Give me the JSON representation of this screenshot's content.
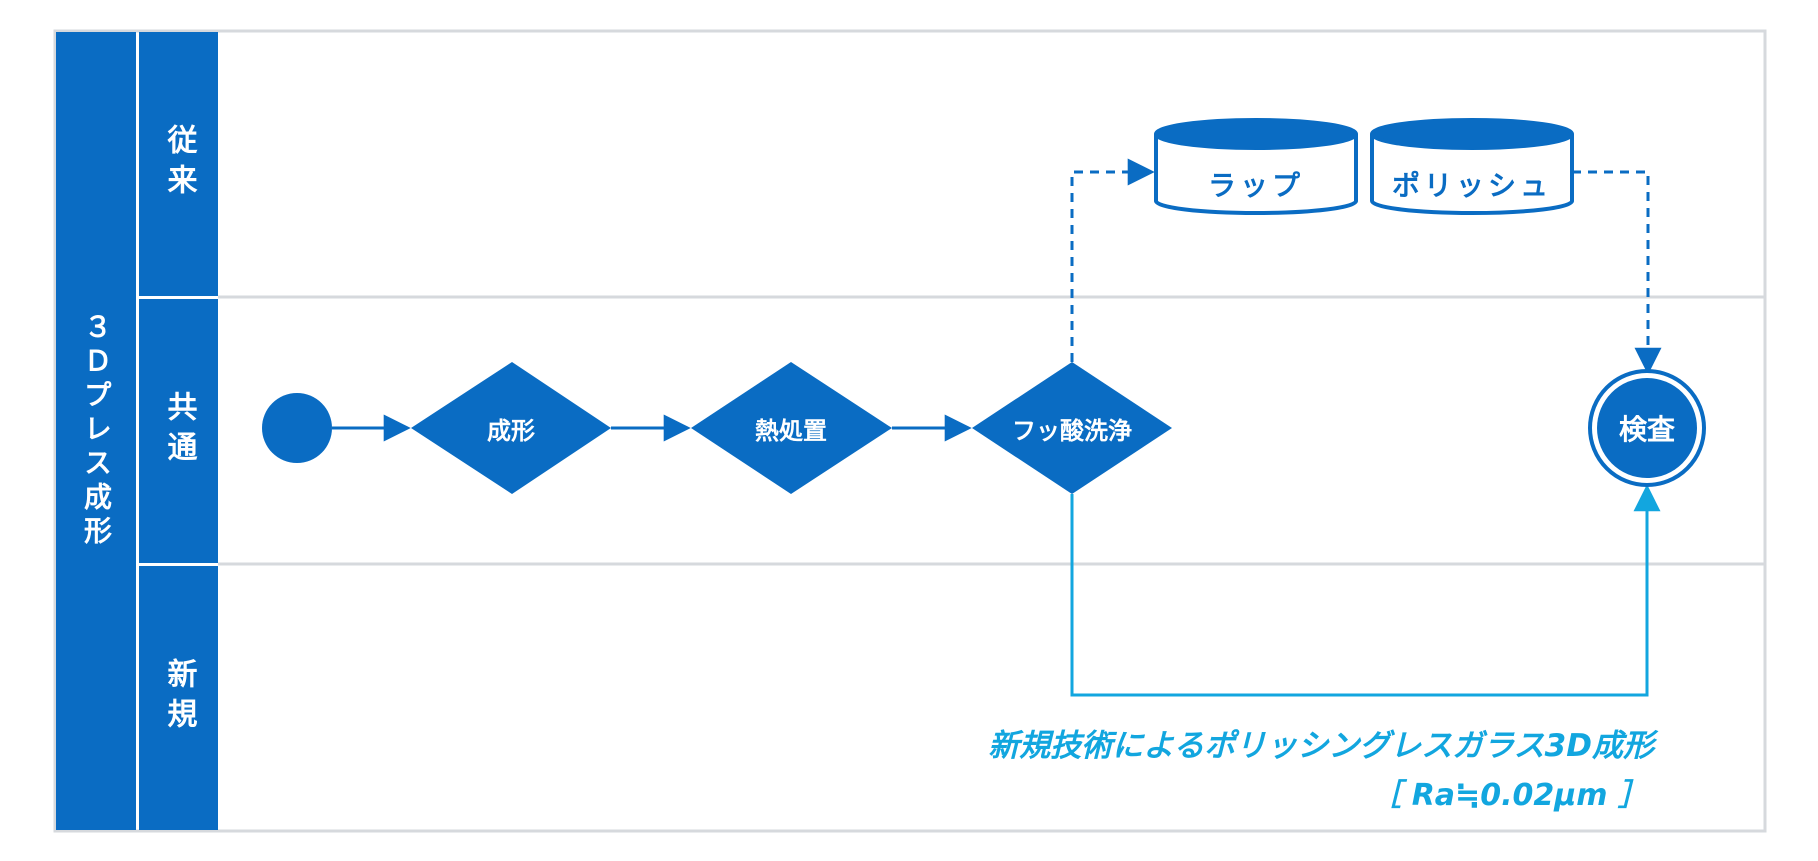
{
  "column_title": "３Ｄプレス成形",
  "lanes": [
    {
      "label": "従来"
    },
    {
      "label": "共通"
    },
    {
      "label": "新規"
    }
  ],
  "nodes": {
    "seikei": "成形",
    "netsushori": "熱処置",
    "fussan": "フッ酸洗浄",
    "kensa": "検査"
  },
  "databases": {
    "lap": "ラップ",
    "polish": "ポリッシュ"
  },
  "note": {
    "line1": "新規技術によるポリッシングレスガラス3D成形",
    "line2": "［ Ra≒0.02μm ］"
  },
  "colors": {
    "primary": "#0a6cc3",
    "accent": "#12a6df",
    "border": "#d6d9dd"
  }
}
